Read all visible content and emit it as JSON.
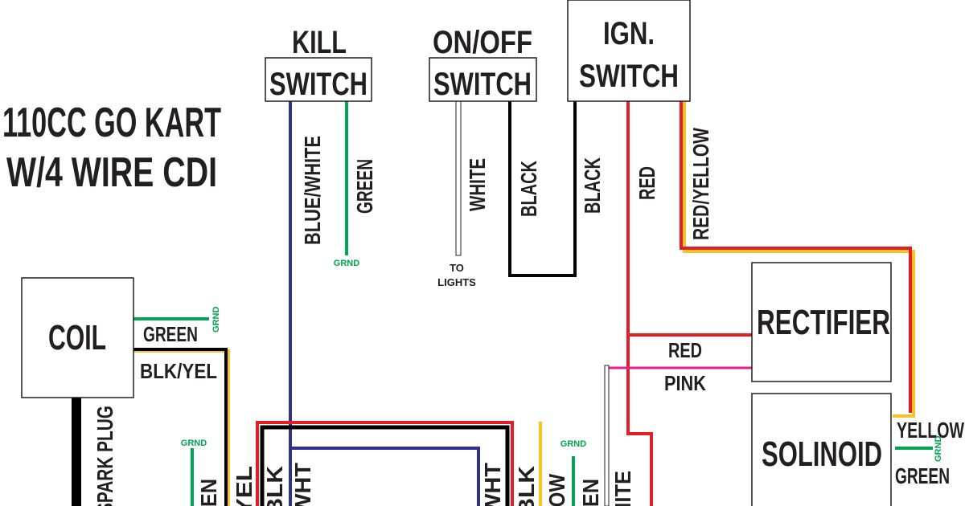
{
  "title": {
    "line1": "110CC GO KART",
    "line2": "W/4 WIRE CDI"
  },
  "components": {
    "kill_switch": {
      "line1": "KILL",
      "line2": "SWITCH"
    },
    "onoff_switch": {
      "line1": "ON/OFF",
      "line2": "SWITCH"
    },
    "ign_switch": {
      "line1": "IGN.",
      "line2": "SWITCH"
    },
    "rectifier": "RECTIFIER",
    "solinoid": "SOLINOID",
    "coil": "COIL"
  },
  "wire_labels": {
    "blue_white": "BLUE/WHITE",
    "green_kill": "GREEN",
    "white": "WHITE",
    "to_lights_1": "TO",
    "to_lights_2": "LIGHTS",
    "black_1": "BLACK",
    "black_2": "BLACK",
    "red": "RED",
    "red_yellow": "RED/YELLOW",
    "red_rect": "RED",
    "pink": "PINK",
    "yellow_sol": "YELLOW",
    "green_sol": "GREEN",
    "green_coil": "GREEN",
    "blk_yel": "BLK/YEL",
    "spark_plug": "SPARK PLUG",
    "een_left": "EEN",
    "yel_left": "/YEL",
    "blk_left": "/BLK",
    "wht_left": "/WHT",
    "wht_right": "/WHT",
    "blk_right": "/BLK",
    "low_right": "LOW",
    "een_right": "EEN",
    "hite_right": "HITE",
    "grnd": "GRND"
  },
  "colors": {
    "red": "#e31e24",
    "black": "#000000",
    "blue": "#2e3192",
    "green": "#00a651",
    "yellow": "#f7c325",
    "pink": "#ec1c8c"
  }
}
